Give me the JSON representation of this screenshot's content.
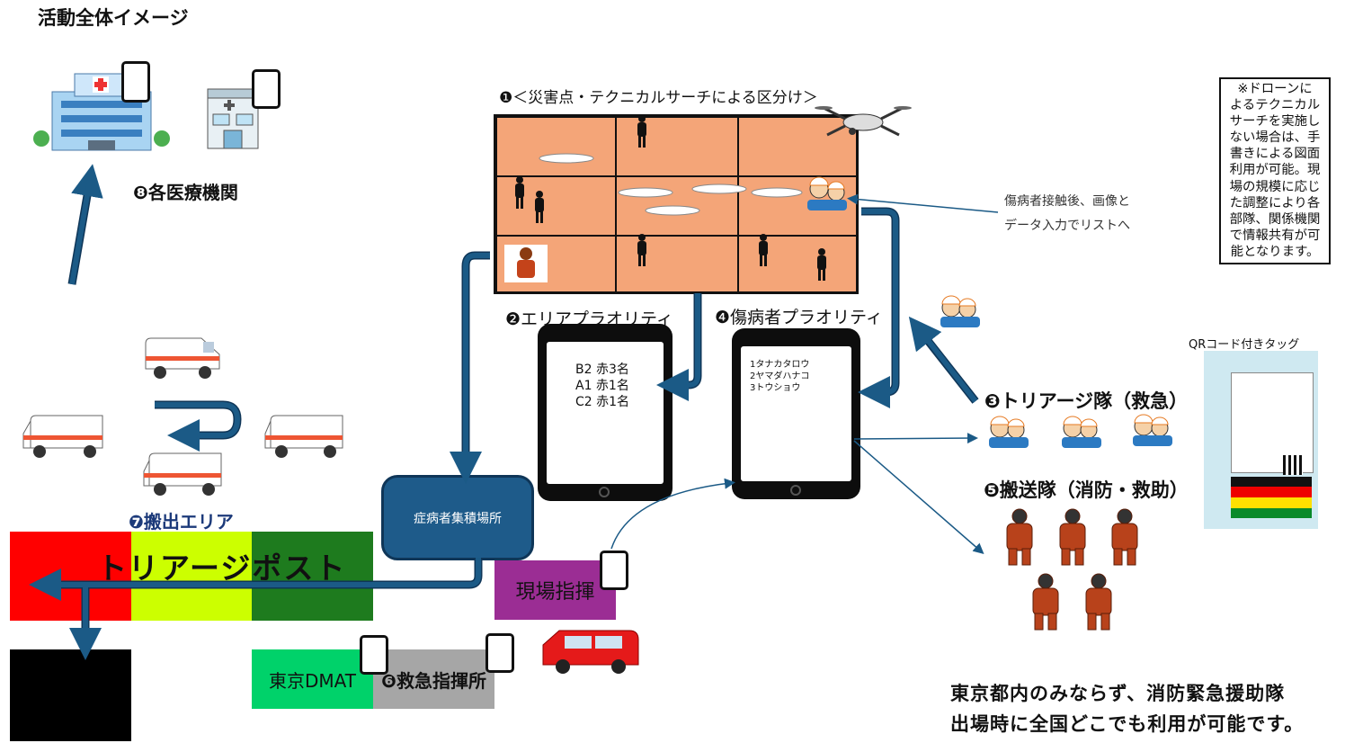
{
  "title": "活動全体イメージ",
  "sections": {
    "drone_search": "❶＜災害点・テクニカルサーチによる区分け＞",
    "area_priority": "❷エリアプラオリティ",
    "patient_priority": "❹傷病者プラオリティ",
    "triage_team": "❸トリアージ隊（救急）",
    "transport_team": "❺搬送隊（消防・救助）",
    "dispatch_area": "❼搬出エリア",
    "medical": "❽各医療機関",
    "command_post": "❻救急指揮所"
  },
  "area_list": [
    "B2 赤3名",
    "A1 赤1名",
    "C2 赤1名"
  ],
  "patient_list": [
    "1タナカタロウ",
    "2ヤマダハナコ",
    "3トウショウ"
  ],
  "collection_point": "症病者集積場所",
  "field_command": "現場指揮",
  "dmat": "東京DMAT",
  "triage_post": "トリアージポスト",
  "triage_colors": [
    "#ff0000",
    "#ccff00",
    "#1e7b1e",
    "#000000"
  ],
  "note_input": [
    "傷病者接触後、画像と",
    "データ入力でリストへ"
  ],
  "note_box": [
    "※ドローンに",
    "よるテクニカル",
    "サーチを実施し",
    "ない場合は、手",
    "書きによる図面",
    "利用が可能。現",
    "場の規模に応じ",
    "た調整により各",
    "部隊、関係機関",
    "で情報共有が可",
    "能となります。"
  ],
  "qr_label": "QRコード付きタッグ",
  "bottom_note": [
    "東京都内のみならず、消防緊急援助隊",
    "出場時に全国どこでも利用が可能です。"
  ],
  "colors": {
    "arrow": "#1b5a86",
    "grid": "#f4a578"
  }
}
